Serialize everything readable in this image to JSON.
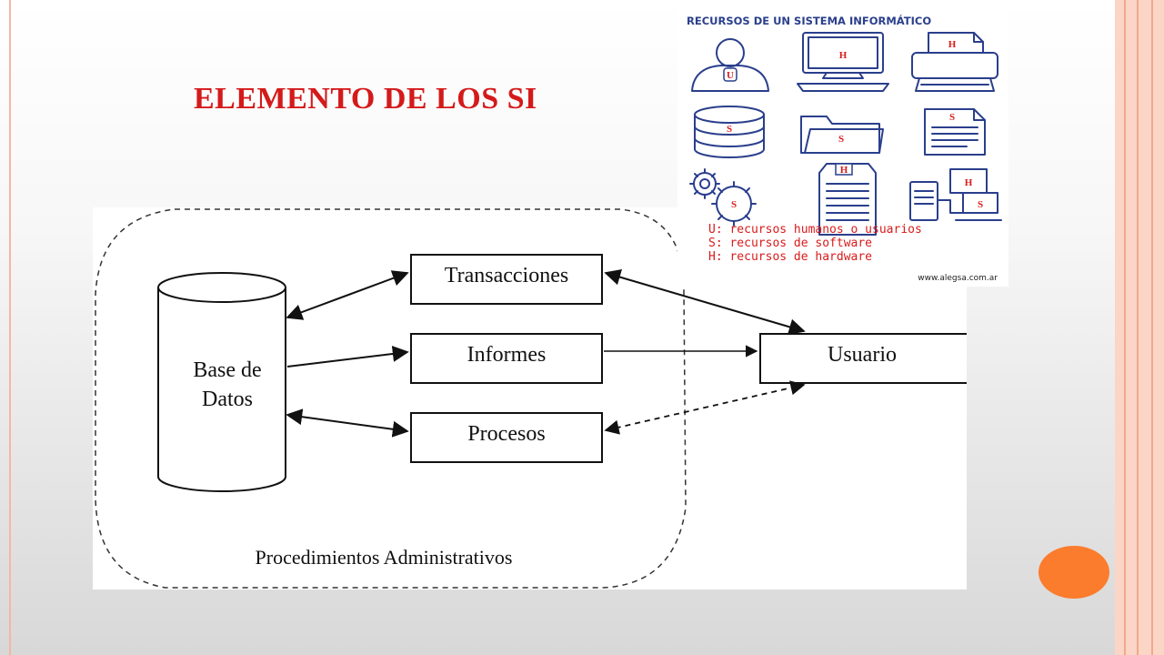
{
  "slide": {
    "title": "ELEMENTO DE LOS SI"
  },
  "diagram": {
    "database_line1": "Base de",
    "database_line2": "Datos",
    "box_transacciones": "Transacciones",
    "box_informes": "Informes",
    "box_procesos": "Procesos",
    "box_usuario": "Usuario",
    "boundary_label": "Procedimientos Administrativos"
  },
  "resources": {
    "title": "RECURSOS DE UN SISTEMA INFORMÁTICO",
    "icons": [
      {
        "icon": "user-icon",
        "letter": "U"
      },
      {
        "icon": "computer-icon",
        "letter": "H"
      },
      {
        "icon": "printer-icon",
        "letter": "H"
      },
      {
        "icon": "database-icon",
        "letter": "S"
      },
      {
        "icon": "folder-icon",
        "letter": "S"
      },
      {
        "icon": "document-icon",
        "letter": "S"
      },
      {
        "icon": "gears-icon",
        "letter": "S"
      },
      {
        "icon": "server-icon",
        "letter": "H"
      },
      {
        "icon": "network-computers-icon",
        "letter": "H"
      }
    ],
    "network_second_letter": "S",
    "legend": [
      "U: recursos humanos o usuarios",
      "S: recursos de software",
      "H: recursos de hardware"
    ],
    "url": "www.alegsa.com.ar"
  },
  "colors": {
    "title_red": "#d41a1a",
    "icon_navy": "#2a3f8c",
    "legend_red": "#d81b1b",
    "accent_orange": "#fb7c2c",
    "border_peach": "#fbd5c6"
  }
}
